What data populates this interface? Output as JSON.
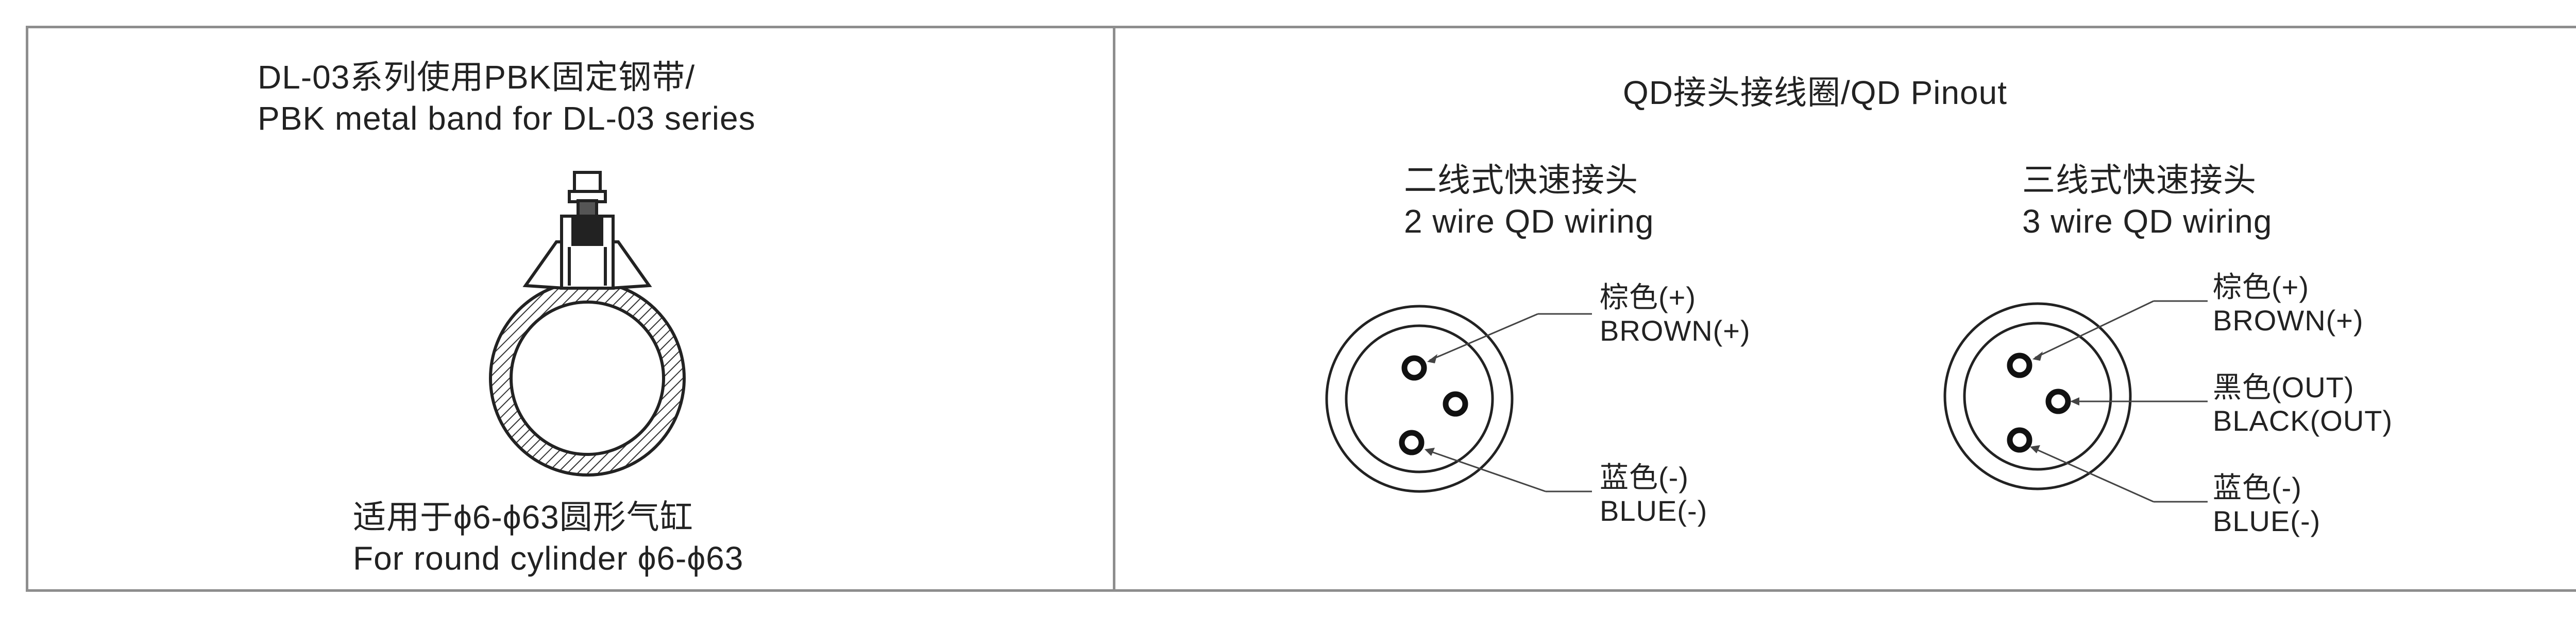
{
  "left_panel": {
    "title_cn": "DL-03系列使用PBK固定钢带/",
    "title_en": "PBK metal band for DL-03 series",
    "caption_cn": "适用于ϕ6-ϕ63圆形气缸",
    "caption_en": "For round cylinder ϕ6-ϕ63"
  },
  "right_panel": {
    "title": "QD接头接线圈/QD Pinout",
    "two_wire": {
      "heading_cn": "二线式快速接头",
      "heading_en": "2 wire QD wiring",
      "pins": [
        {
          "label_cn": "棕色(+)",
          "label_en": "BROWN(+)"
        },
        {
          "label_cn": "蓝色(-)",
          "label_en": "BLUE(-)"
        }
      ]
    },
    "three_wire": {
      "heading_cn": "三线式快速接头",
      "heading_en": "3 wire QD wiring",
      "pins": [
        {
          "label_cn": "棕色(+)",
          "label_en": "BROWN(+)"
        },
        {
          "label_cn": "黑色(OUT)",
          "label_en": "BLACK(OUT)"
        },
        {
          "label_cn": "蓝色(-)",
          "label_en": "BLUE(-)"
        }
      ]
    }
  }
}
